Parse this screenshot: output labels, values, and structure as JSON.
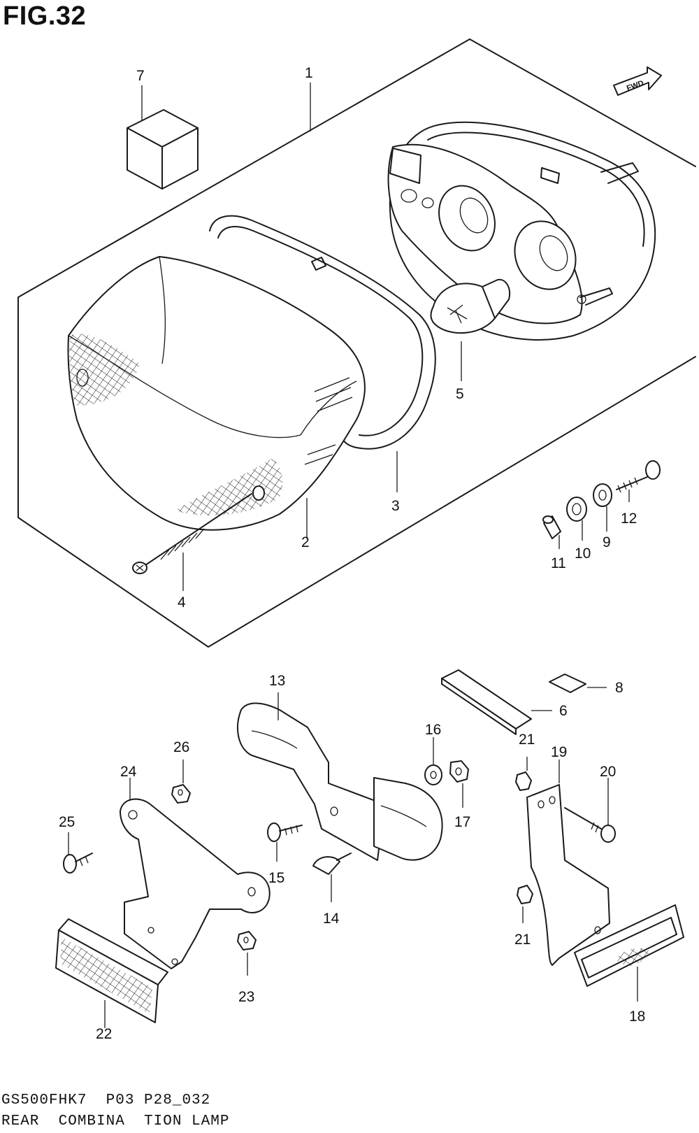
{
  "figure": {
    "title": "FIG.32",
    "code": "GS500FHK7  P03 P28_032",
    "name": "REAR  COMBINA  TION LAMP",
    "direction_badge": "FWD"
  },
  "callouts": [
    "1",
    "2",
    "3",
    "4",
    "5",
    "6",
    "7",
    "8",
    "9",
    "10",
    "11",
    "12",
    "13",
    "14",
    "15",
    "16",
    "17",
    "18",
    "19",
    "20",
    "21",
    "21",
    "22",
    "23",
    "24",
    "25",
    "26"
  ]
}
